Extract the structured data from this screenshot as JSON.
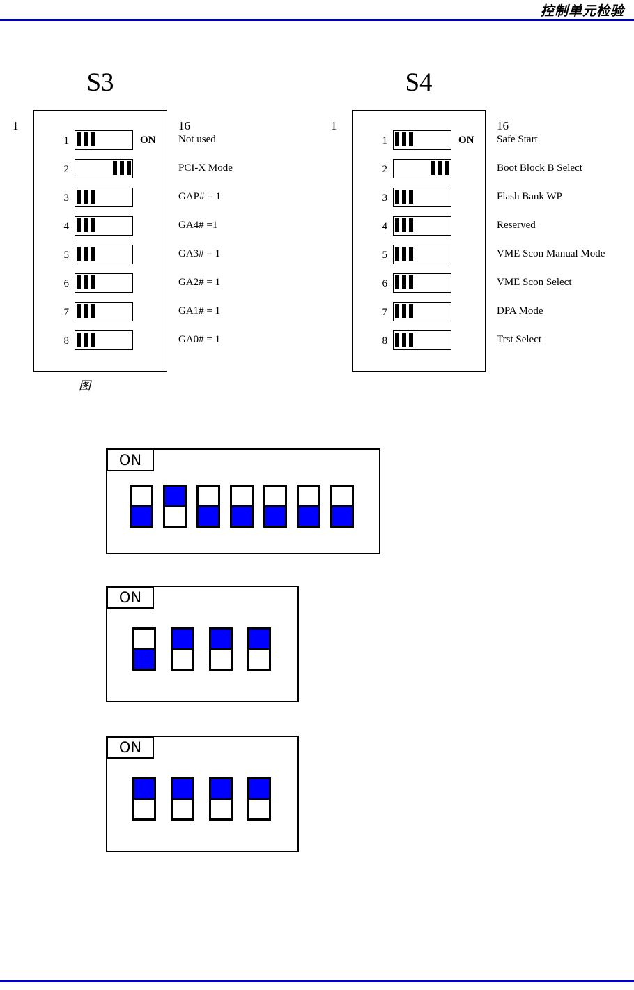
{
  "page": {
    "header_title": "控制单元检验",
    "rule_color": "#0000cc",
    "blue": "#0000ff"
  },
  "schematic_blocks": [
    {
      "id": "s3",
      "title": "S3",
      "pin_first": "1",
      "pin_last": "16",
      "on_label": "ON",
      "caption": "图",
      "rows": [
        {
          "num": "1",
          "position": "on",
          "label": "Not used"
        },
        {
          "num": "2",
          "position": "off",
          "label": "PCI-X Mode"
        },
        {
          "num": "3",
          "position": "on",
          "label": "GAP# = 1"
        },
        {
          "num": "4",
          "position": "on",
          "label": "GA4# =1"
        },
        {
          "num": "5",
          "position": "on",
          "label": "GA3# = 1"
        },
        {
          "num": "6",
          "position": "on",
          "label": "GA2# = 1"
        },
        {
          "num": "7",
          "position": "on",
          "label": "GA1# = 1"
        },
        {
          "num": "8",
          "position": "on",
          "label": "GA0# = 1"
        }
      ]
    },
    {
      "id": "s4",
      "title": "S4",
      "pin_first": "1",
      "pin_last": "16",
      "on_label": "ON",
      "caption": "",
      "rows": [
        {
          "num": "1",
          "position": "on",
          "label": "Safe Start"
        },
        {
          "num": "2",
          "position": "off",
          "label": "Boot Block B Select"
        },
        {
          "num": "3",
          "position": "on",
          "label": "Flash Bank WP"
        },
        {
          "num": "4",
          "position": "on",
          "label": "Reserved"
        },
        {
          "num": "5",
          "position": "on",
          "label": "VME Scon Manual Mode"
        },
        {
          "num": "6",
          "position": "on",
          "label": "VME Scon Select"
        },
        {
          "num": "7",
          "position": "on",
          "label": "DPA Mode"
        },
        {
          "num": "8",
          "position": "on",
          "label": "Trst Select"
        }
      ]
    }
  ],
  "dip_blocks": [
    {
      "id": "dip-1",
      "on_label": "ON",
      "switch_count": 7,
      "states": [
        "off",
        "on",
        "off",
        "off",
        "off",
        "off",
        "off"
      ]
    },
    {
      "id": "dip-2",
      "on_label": "ON",
      "switch_count": 4,
      "states": [
        "off",
        "on",
        "on",
        "on"
      ]
    },
    {
      "id": "dip-3",
      "on_label": "ON",
      "switch_count": 4,
      "states": [
        "on",
        "on",
        "on",
        "on"
      ]
    }
  ]
}
